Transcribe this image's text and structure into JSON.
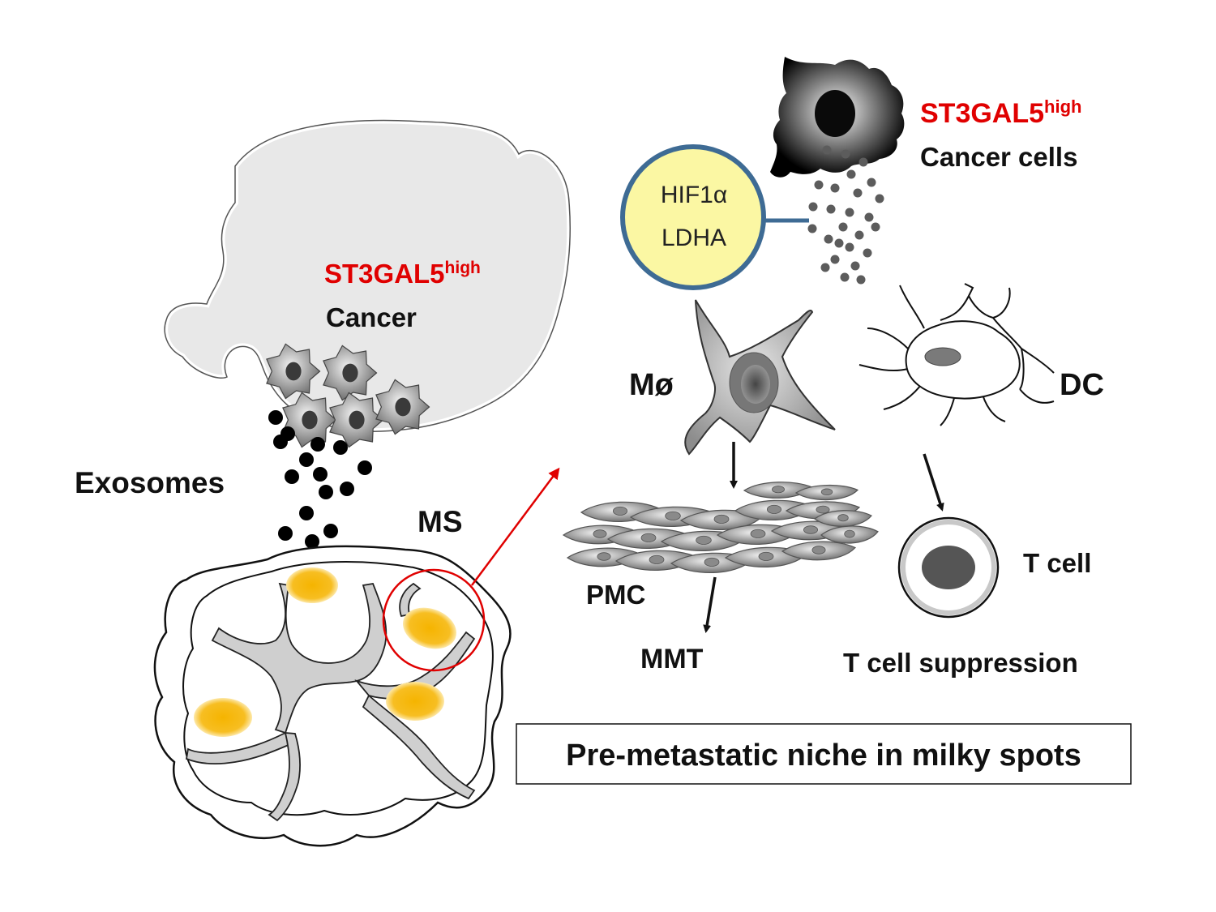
{
  "colors": {
    "accent_red": "#e00000",
    "hif_fill": "#fbf7a3",
    "hif_border": "#3e6b94",
    "nucleus_yellow": "#f5b400",
    "cancer_mass": "#e8e8e8",
    "septa_grey": "#cfcfcf"
  },
  "labels": {
    "top_marker_name": "ST3GAL5",
    "top_marker_sup": "high",
    "top_cells": "Cancer cells",
    "hif_line1": "HIF1α",
    "hif_line2": "LDHA",
    "mass_marker_name": "ST3GAL5",
    "mass_marker_sup": "high",
    "mass_cancer": "Cancer",
    "exosomes": "Exosomes",
    "ms": "MS",
    "macrophage": "Mø",
    "dc": "DC",
    "pmc": "PMC",
    "mmt": "MMT",
    "t_cell": "T cell",
    "t_suppression": "T cell suppression",
    "niche_box": "Pre-metastatic niche in milky spots"
  },
  "icons": [
    "cancer-cell-icon",
    "exosome-dots-icon",
    "macrophage-icon",
    "dendritic-cell-icon",
    "mesothelial-cell-icon",
    "t-cell-icon",
    "milky-spot-icon"
  ]
}
